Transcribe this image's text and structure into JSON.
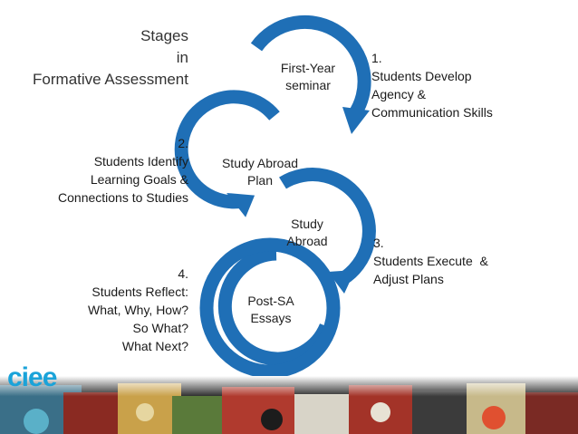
{
  "title": {
    "line1": "Stages",
    "line2": "in",
    "line3": "Formative Assessment"
  },
  "circles": [
    {
      "label_l1": "First-Year",
      "label_l2": "seminar"
    },
    {
      "label_l1": "Study Abroad",
      "label_l2": "Plan"
    },
    {
      "label_l1": "Study",
      "label_l2": "Abroad"
    },
    {
      "label_l1": "Post-SA",
      "label_l2": "Essays"
    }
  ],
  "stages": [
    {
      "num": "1.",
      "lines": [
        "Students Develop",
        "Agency &",
        "Communication Skills"
      ]
    },
    {
      "num": "2.",
      "lines": [
        "Students Identify",
        "Learning Goals &",
        "Connections to Studies"
      ]
    },
    {
      "num": "3.",
      "lines": [
        "Students Execute  &",
        "Adjust Plans"
      ]
    },
    {
      "num": "4.",
      "lines": [
        "Students Reflect:",
        "What, Why, How?",
        "So What?",
        "What Next?"
      ]
    }
  ],
  "logo": {
    "text": "ciee"
  },
  "colors": {
    "arrow": "#1f6fb6",
    "logo": "#1aa3d9"
  }
}
